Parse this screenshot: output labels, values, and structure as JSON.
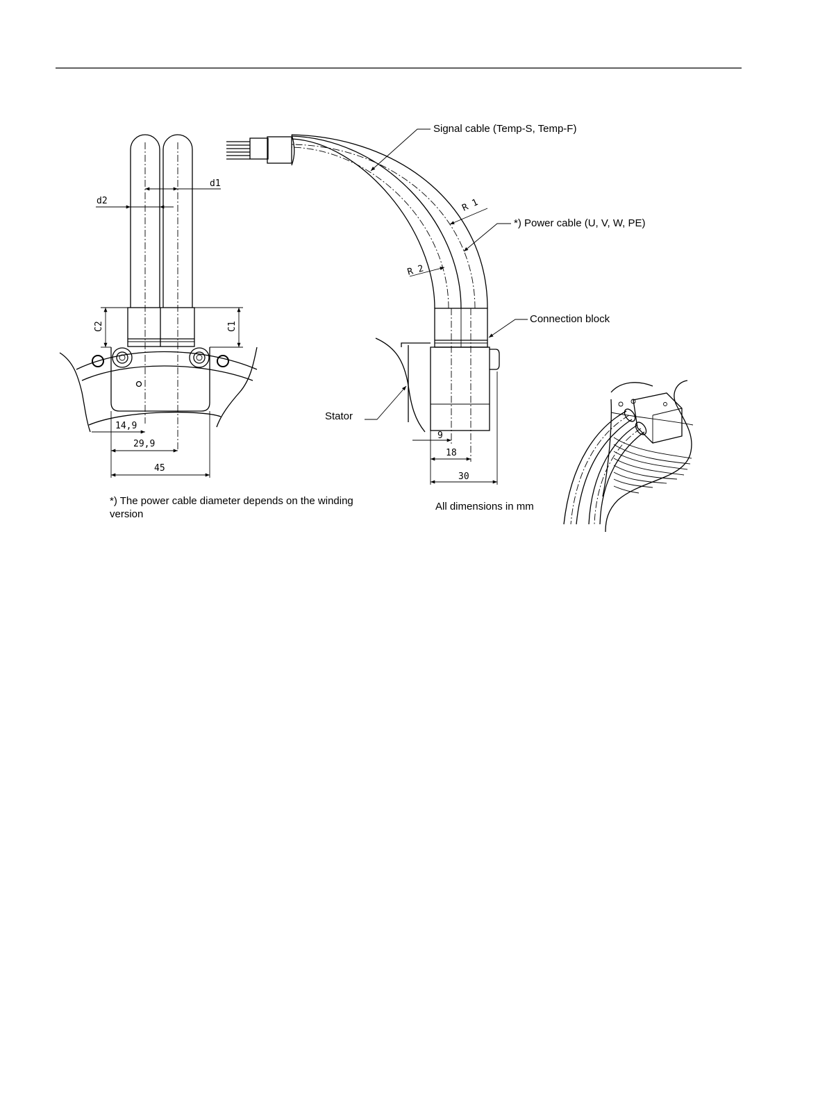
{
  "labels": {
    "signal_cable": "Signal cable (Temp-S, Temp-F)",
    "power_cable": "*) Power cable (U, V, W, PE)",
    "connection_block": "Connection block",
    "stator": "Stator",
    "footnote_line1": "*) The power cable diameter depends on the winding",
    "footnote_line2": "version",
    "units_note": "All dimensions in mm"
  },
  "dimensions": {
    "d1": "d1",
    "d2": "d2",
    "c1": "C1",
    "c2": "C2",
    "r1": "R 1",
    "r2": "R 2",
    "front_14_9": "14,9",
    "front_29_9": "29,9",
    "front_45": "45",
    "side_9": "9",
    "side_18": "18",
    "side_30": "30"
  }
}
